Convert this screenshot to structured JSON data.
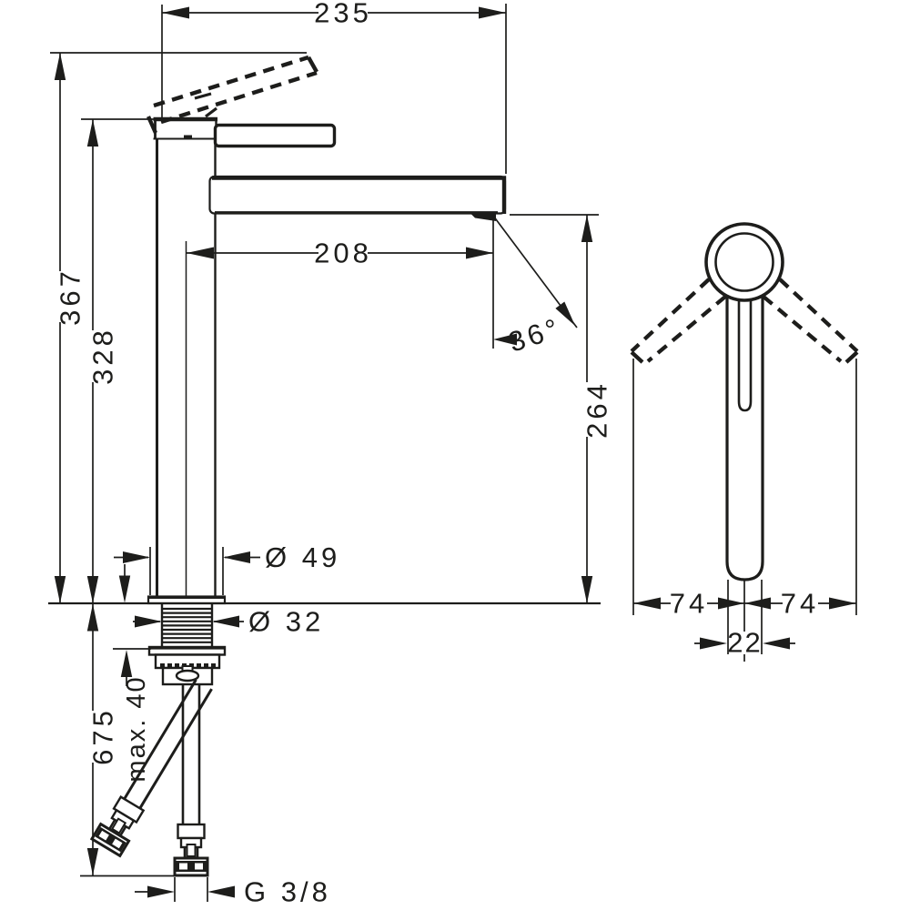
{
  "drawing": {
    "type": "technical-dimension-drawing",
    "subject": "single-lever basin mixer faucet, front view with mounting parts and hoses, plus top view with handle swivel range",
    "line_color": "#1d1d1b",
    "background_color": "#ffffff"
  },
  "labels": {
    "width_overall": "235",
    "height_handle_raised": "367",
    "height_overall": "328",
    "spout_reach": "208",
    "spout_angle": "36°",
    "height_outlet": "264",
    "dia_base": "Ø 49",
    "dia_shank": "Ø 32",
    "hose_length": "675",
    "max_deck_thickness": "max. 40",
    "thread": "G 3/8",
    "swivel_left": "74",
    "swivel_right": "74",
    "spout_width": "22"
  }
}
